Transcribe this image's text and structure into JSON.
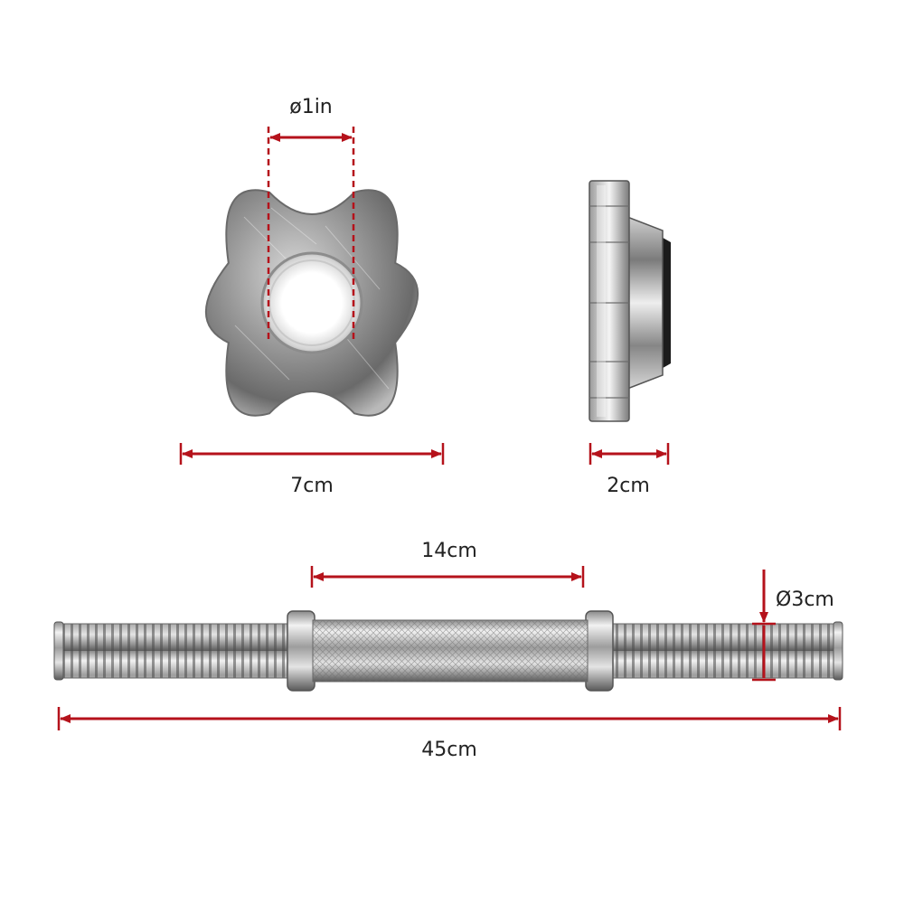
{
  "colors": {
    "dimension": "#b5121b",
    "label": "#222222",
    "metal_light": "#e6e6e6",
    "metal_mid": "#a8a8a8",
    "metal_dark": "#5e5e5e",
    "rubber": "#1c1c1c"
  },
  "dimensions": {
    "bore_diameter": "ø1in",
    "collar_width": "7cm",
    "collar_depth": "2cm",
    "handle_length": "14cm",
    "bar_diameter": "Ø3cm",
    "bar_length": "45cm"
  }
}
